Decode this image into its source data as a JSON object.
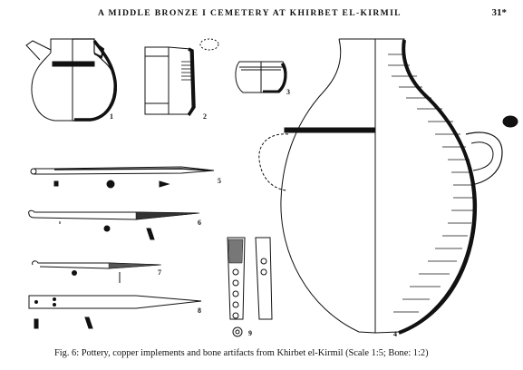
{
  "header": {
    "running_title": "A MIDDLE BRONZE I CEMETERY AT KHIRBET EL-KIRMIL",
    "page_number": "31*"
  },
  "figure": {
    "item_labels": [
      "1",
      "2",
      "3",
      "4",
      "5",
      "6",
      "7",
      "8",
      "9"
    ],
    "caption": "Fig. 6: Pottery, copper implements and bone artifacts from Khirbet el-Kirmil (Scale 1:5; Bone: 1:2)"
  }
}
